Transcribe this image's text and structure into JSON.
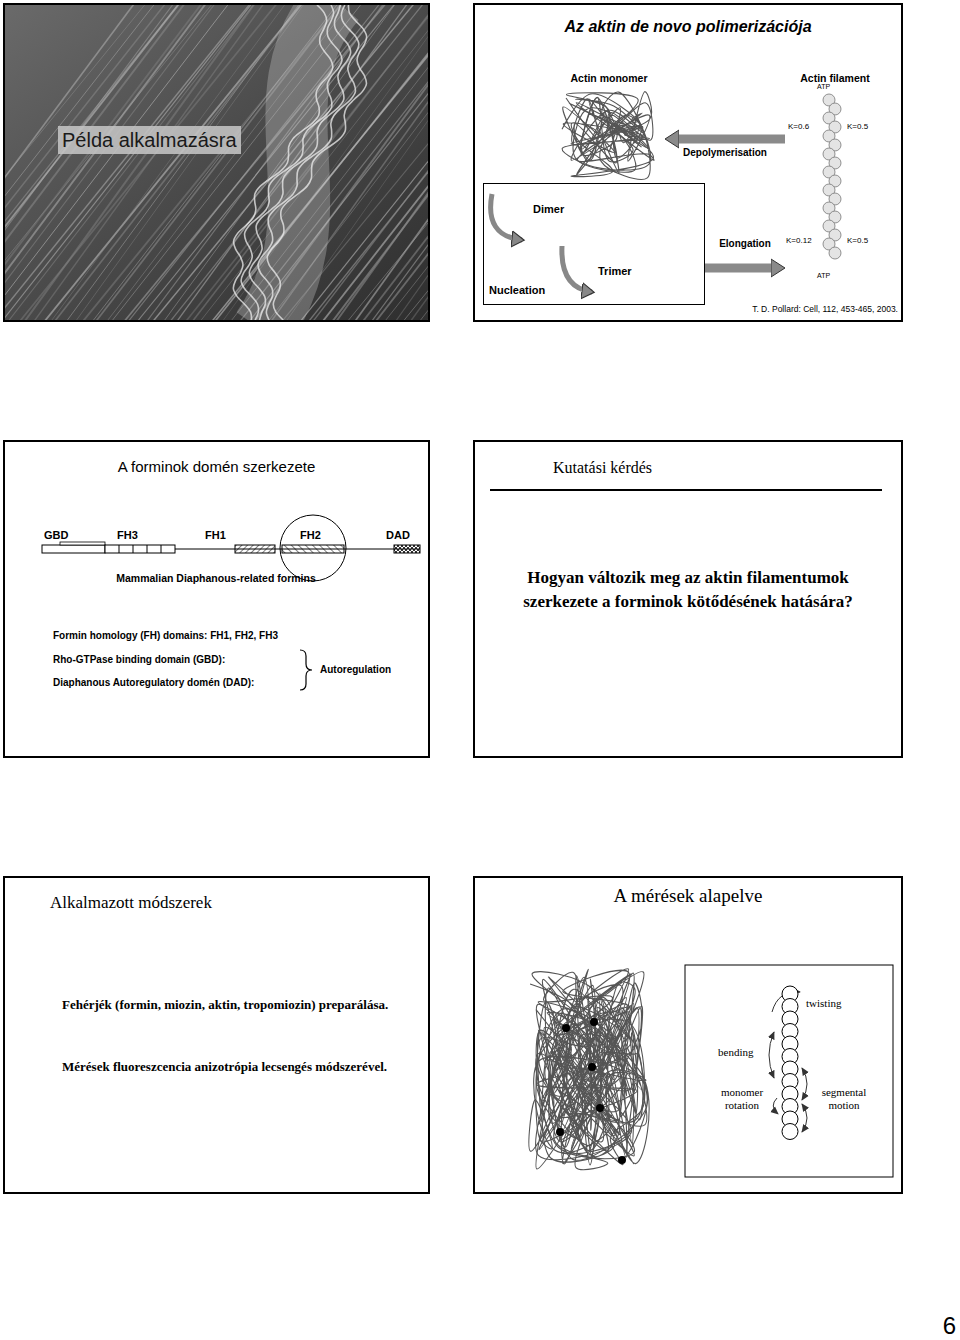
{
  "diagram": {
    "nodes": [
      {
        "text": [
          "Példa alkalmazásra"
        ]
      },
      {
        "text": [
          "Az aktin de novo polimerizációja"
        ]
      },
      {
        "text": [
          "Actin monomer"
        ],
        "in": 1
      },
      {
        "text": [
          "Actin filament"
        ],
        "in": 1
      },
      {
        "text": [
          "Dimer",
          "Trimer",
          "Nucleation"
        ],
        "in": 1
      },
      {
        "text": [
          "A forminok domén szerkezete"
        ]
      },
      {
        "text": [
          "Kutatási kérdés",
          "Hogyan változik meg az aktin filamentumok szerkezete a forminok kötődésének hatására?"
        ]
      },
      {
        "text": [
          "Alkalmazott módszerek",
          "Fehérjék (formin, miozin, aktin, tropomiozin) preparálása.",
          "Mérések fluoreszcencia anizotrópia lecsengés módszerével."
        ]
      },
      {
        "text": [
          "A mérések alapelve"
        ]
      }
    ],
    "edges": [
      {
        "from": 3,
        "to": 2,
        "label": "Depolymerisation",
        "arrow": "to"
      },
      {
        "from": 4,
        "to": 3,
        "label": "Elongation",
        "arrow": "to"
      }
    ],
    "labels": [
      "ATP",
      "K=0.6",
      "K=0.5",
      "K=0.12",
      "K=0.5",
      "ATP",
      "T. D. Pollard: Cell, 112, 453-465, 2003.",
      "GBD",
      "FH3",
      "FH1",
      "FH2",
      "DAD",
      "Mammalian Diaphanous-related formins",
      "Formin homology (FH) domains: FH1, FH2, FH3",
      "Rho-GTPase binding domain (GBD):",
      "Diaphanous Autoregulatory domén (DAD):",
      "Autoregulation",
      "twisting",
      "bending",
      "monomer rotation",
      "segmental motion",
      "6"
    ]
  }
}
